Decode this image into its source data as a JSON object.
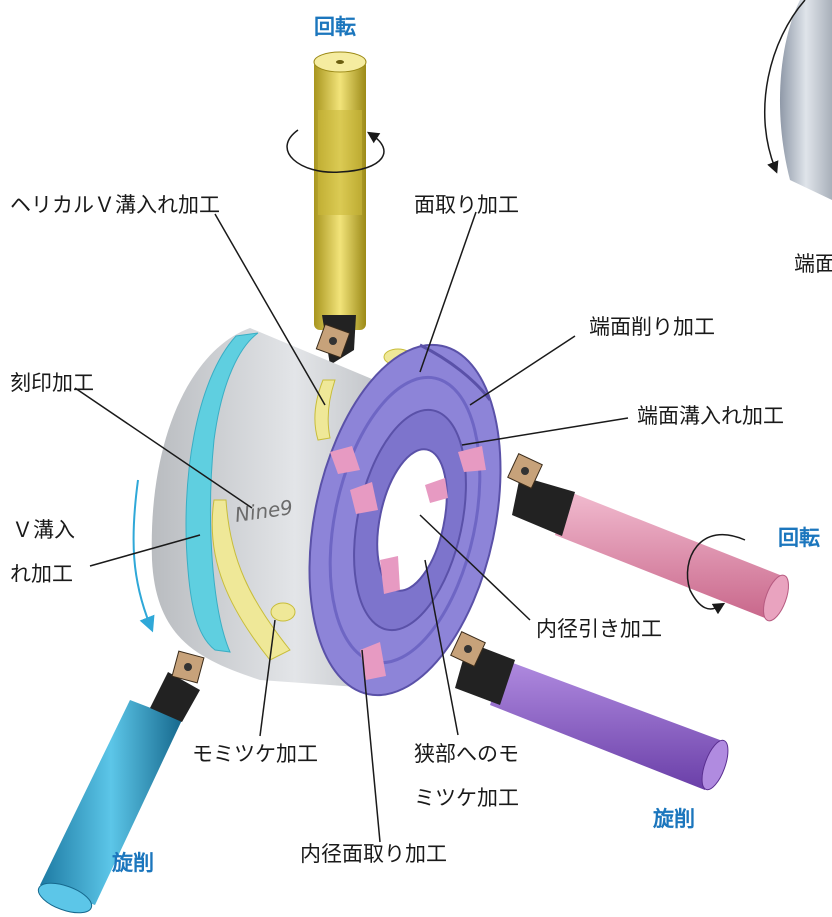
{
  "labels": {
    "rotation_top": "回転",
    "rotation_right": "回転",
    "turning_bottom_left": "旋削",
    "turning_bottom_right": "旋削",
    "helical_v_groove": "ヘリカルＶ溝入れ加工",
    "chamfering": "面取り加工",
    "face_milling": "端面削り加工",
    "face_grooving": "端面溝入れ加工",
    "marking": "刻印加工",
    "v_groove_line1": "Ｖ溝入",
    "v_groove_line2": "れ加工",
    "inner_dia_broaching": "内径引き加工",
    "narrow_milling_line1": "狭部へのモ",
    "narrow_milling_line2": "ミツケ加工",
    "milling": "モミツケ加工",
    "inner_dia_chamfer": "内径面取り加工",
    "inset_partial": "端面",
    "engraving": "Nine9"
  },
  "colors": {
    "accent_blue": "#1b76bd",
    "tool_gold": "#d8c63a",
    "tool_pink": "#dd8aa8",
    "tool_purple": "#8f5fc4",
    "tool_cyan": "#2fa0cc",
    "ring_cyan": "#5fcfe0",
    "face_purple": "#8d84d8",
    "groove_yellow": "#efe898",
    "body_grey": "#cfd1d4"
  }
}
